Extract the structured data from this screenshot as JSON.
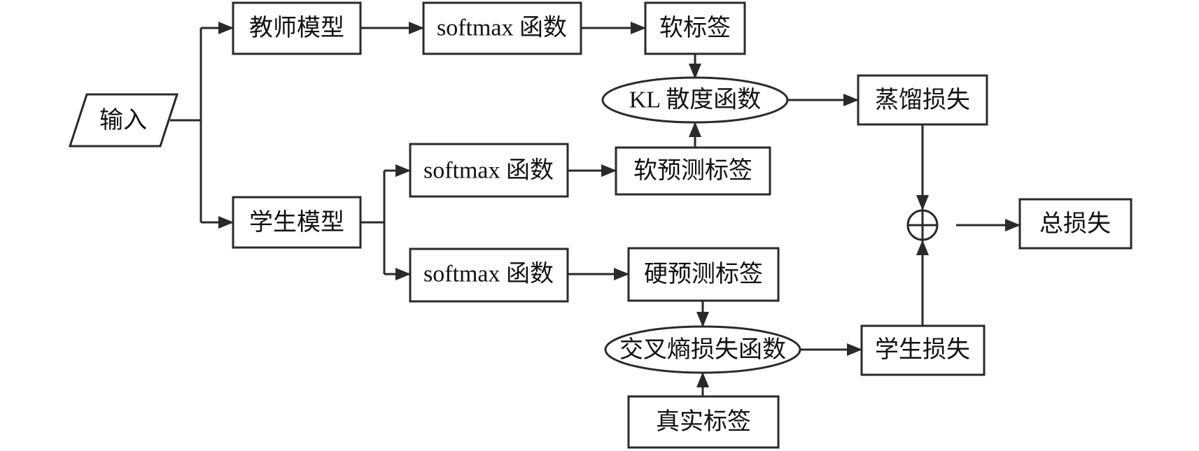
{
  "nodes": {
    "input": "输入",
    "teacher_model": "教师模型",
    "teacher_softmax": "softmax 函数",
    "soft_labels": "软标签",
    "kl_divergence": "KL 散度函数",
    "distill_loss": "蒸馏损失",
    "student_model": "学生模型",
    "student_softmax_soft": "softmax 函数",
    "soft_pred_labels": "软预测标签",
    "student_softmax_hard": "softmax 函数",
    "hard_pred_labels": "硬预测标签",
    "cross_entropy": "交叉熵损失函数",
    "student_loss": "学生损失",
    "true_labels": "真实标签",
    "total_loss": "总损失"
  },
  "colors": {
    "stroke": "#2a2a2a",
    "fill": "#ffffff",
    "text": "#111111"
  },
  "icons": {
    "sum": "circle-plus-icon"
  }
}
